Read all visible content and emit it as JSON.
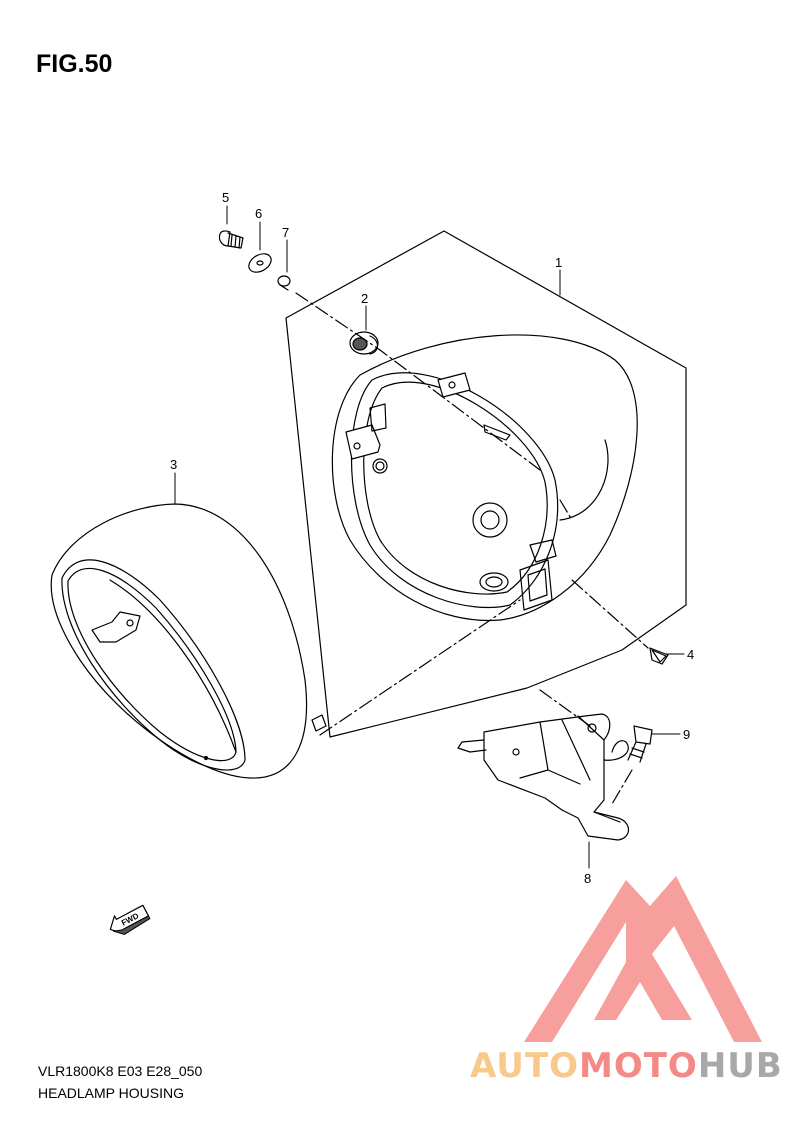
{
  "figure": {
    "title": "FIG.50"
  },
  "callouts": [
    {
      "label": "1"
    },
    {
      "label": "2"
    },
    {
      "label": "3"
    },
    {
      "label": "4"
    },
    {
      "label": "5"
    },
    {
      "label": "6"
    },
    {
      "label": "7"
    },
    {
      "label": "8"
    },
    {
      "label": "9"
    }
  ],
  "fwd_badge": {
    "label": "FWD"
  },
  "footer": {
    "code": "VLR1800K8 E03 E28_050",
    "name": "HEADLAMP HOUSING"
  },
  "watermark": {
    "part1": "AUTO",
    "part2": "MOTO",
    "part3": "HUB",
    "colors": {
      "auto": "#f7c98a",
      "moto": "#f48a86",
      "hub": "#a8a8a8",
      "logo": "#f47f7b"
    }
  }
}
